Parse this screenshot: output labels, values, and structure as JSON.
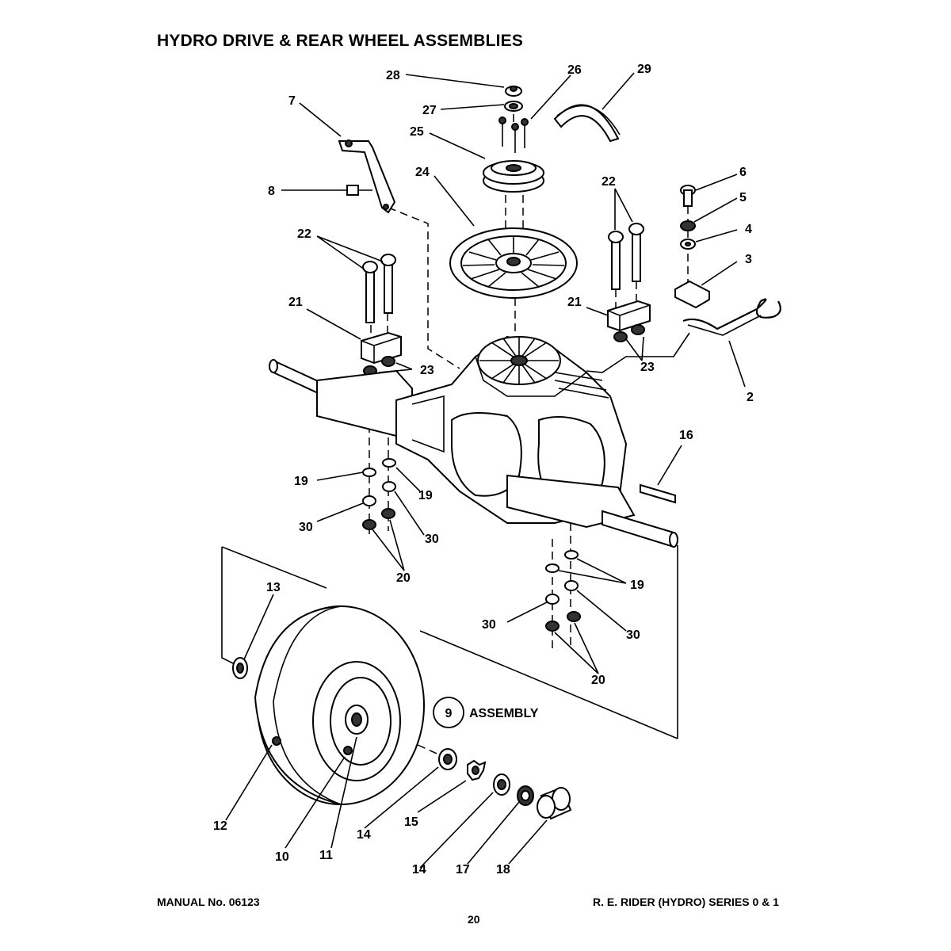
{
  "title": "HYDRO DRIVE & REAR WHEEL ASSEMBLIES",
  "footer": {
    "manual": "MANUAL No. 06123",
    "series": "R. E. RIDER (HYDRO) SERIES 0 & 1",
    "page": "20"
  },
  "assembly_ref": {
    "number": "9",
    "label": "ASSEMBLY"
  },
  "labels": {
    "l28": "28",
    "l26": "26",
    "l29": "29",
    "l7": "7",
    "l27": "27",
    "l25": "25",
    "l24": "24",
    "l8": "8",
    "l22a": "22",
    "l22b": "22",
    "l6": "6",
    "l5": "5",
    "l4": "4",
    "l3": "3",
    "l21a": "21",
    "l21b": "21",
    "l23a": "23",
    "l23b": "23",
    "l2": "2",
    "l16": "16",
    "l19a": "19",
    "l19b": "19",
    "l19c": "19",
    "l30a": "30",
    "l30b": "30",
    "l30c": "30",
    "l30d": "30",
    "l20a": "20",
    "l20b": "20",
    "l13": "13",
    "l12": "12",
    "l10": "10",
    "l11": "11",
    "l14a": "14",
    "l14b": "14",
    "l15": "15",
    "l17": "17",
    "l18": "18"
  }
}
